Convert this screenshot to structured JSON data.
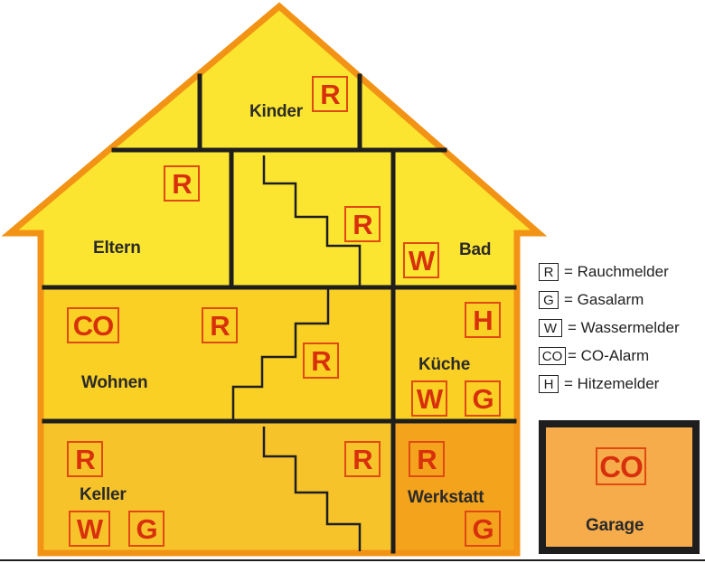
{
  "rooms": {
    "kinder": "Kinder",
    "eltern": "Eltern",
    "bad": "Bad",
    "wohnen": "Wohnen",
    "kueche": "Küche",
    "keller": "Keller",
    "werkstatt": "Werkstatt",
    "garage": "Garage"
  },
  "detectors": {
    "kinder_r": "R",
    "eltern_r": "R",
    "stair_top_r": "R",
    "bad_w": "W",
    "wohnen_co": "CO",
    "wohnen_r": "R",
    "stair_mid_r": "R",
    "kueche_h": "H",
    "kueche_w": "W",
    "kueche_g": "G",
    "keller_r": "R",
    "keller_w": "W",
    "keller_g": "G",
    "stair_low_r": "R",
    "werkstatt_r": "R",
    "werkstatt_g": "G",
    "garage_co": "CO"
  },
  "legend": [
    {
      "code": "R",
      "label": "= Rauchmelder"
    },
    {
      "code": "G",
      "label": "= Gasalarm"
    },
    {
      "code": "W",
      "label": "= Wassermelder"
    },
    {
      "code": "CO",
      "label": "= CO-Alarm"
    },
    {
      "code": "H",
      "label": "= Hitzemelder"
    }
  ],
  "colors": {
    "roof_fill": "#fbe530",
    "wall_fill": "#f8d52a",
    "middle_floor": "#f9d023",
    "basement": "#f6c42a",
    "workshop": "#f3a31c",
    "garage": "#f6ac4a",
    "outline": "#f29316",
    "walls": "#1e1e1e",
    "code_red": "#d8300c"
  }
}
